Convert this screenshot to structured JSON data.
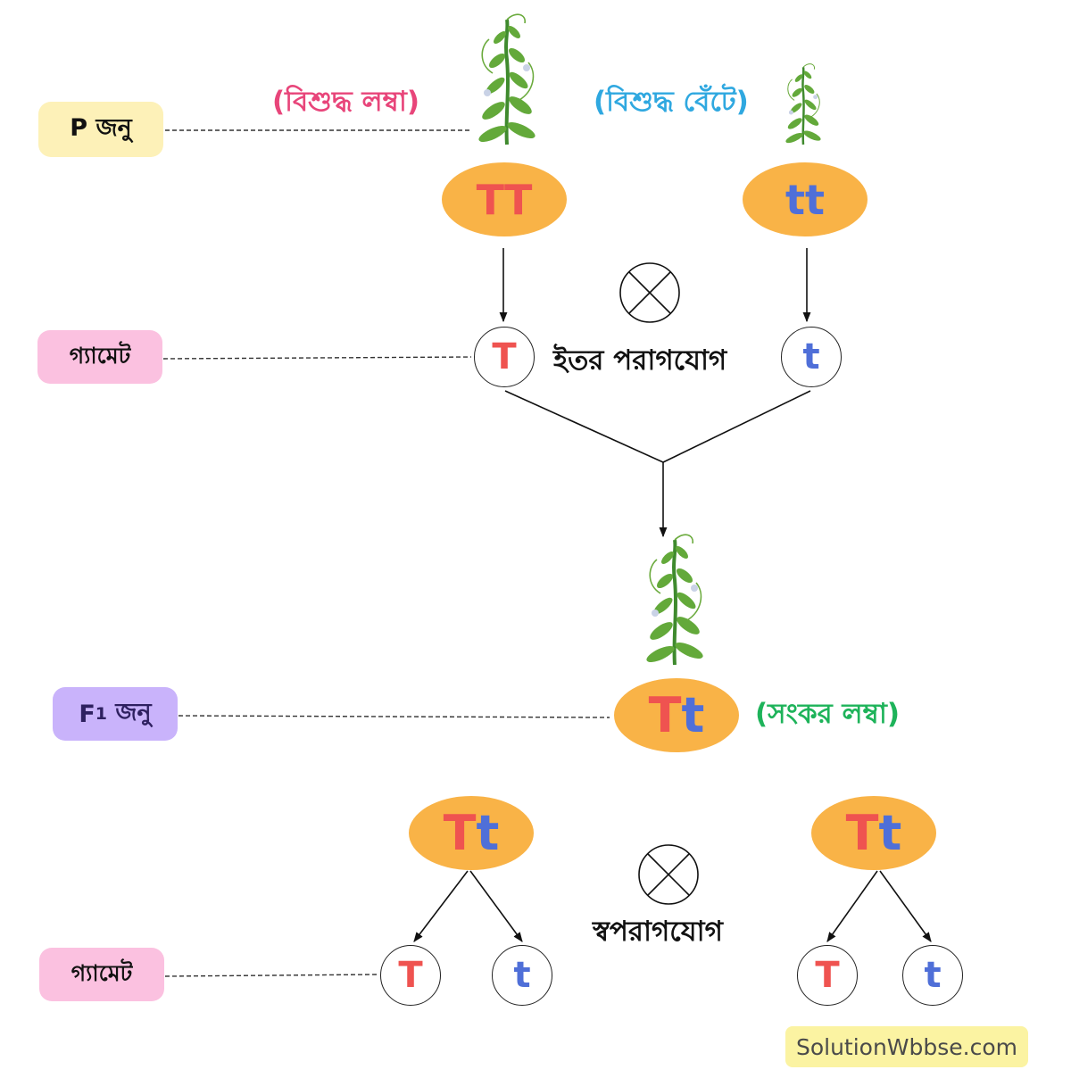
{
  "generations": {
    "p": "P জনু",
    "gamete_1": "গ্যামেট",
    "f1_letter": "F",
    "f1_sub": "1",
    "f1_word": "জনু",
    "gamete_2": "গ্যামেট"
  },
  "parents": {
    "tall_label": "(বিশুদ্ধ লম্বা)",
    "dwarf_label": "(বিশুদ্ধ বেঁটে)",
    "tall_genotype": {
      "a": "T",
      "b": "T"
    },
    "dwarf_genotype": {
      "a": "t",
      "b": "t"
    }
  },
  "gametes_p": {
    "tall": "T",
    "dwarf": "t"
  },
  "cross_1": {
    "label": "ইতর পরাগযোগ"
  },
  "f1": {
    "genotype": {
      "a": "T",
      "b": "t"
    },
    "label": "(সংকর লম্বা)"
  },
  "self_cross": {
    "label": "স্বপরাগযোগ",
    "left_genotype": {
      "a": "T",
      "b": "t"
    },
    "right_genotype": {
      "a": "T",
      "b": "t"
    },
    "left_gametes": [
      "T",
      "t"
    ],
    "right_gametes": [
      "T",
      "t"
    ]
  },
  "colors": {
    "tall_label": "#e8457a",
    "dwarf_label": "#2fa8e0",
    "hybrid_label": "#1eb35a",
    "dominant_allele": "#ef5350",
    "recessive_allele": "#4f6fd8",
    "oval_fill": "#f9b347",
    "p_badge": "#fdf1b8",
    "gamete_badge": "#fbc1e0",
    "f1_badge": "#c9b3fb",
    "watermark_bg": "#fbf3a2"
  },
  "icons": [
    "pea-plant-icon",
    "cross-symbol-icon"
  ],
  "watermark": "SolutionWbbse.com"
}
